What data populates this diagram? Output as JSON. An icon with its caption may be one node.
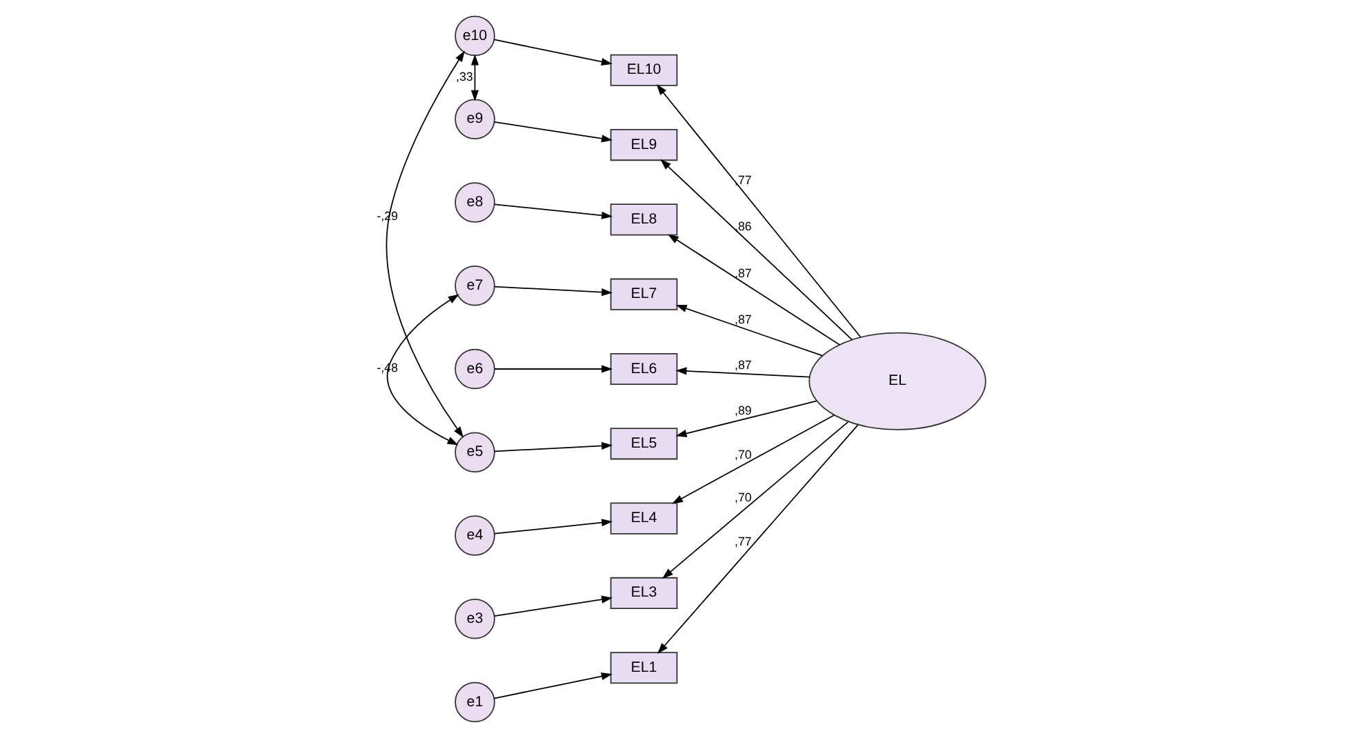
{
  "diagram": {
    "nodes": [
      {
        "text": [
          "e10"
        ]
      },
      {
        "text": [
          "EL10"
        ]
      },
      {
        "text": [
          "e9"
        ]
      },
      {
        "text": [
          "EL9"
        ]
      },
      {
        "text": [
          "e8"
        ]
      },
      {
        "text": [
          "EL8"
        ]
      },
      {
        "text": [
          "e7"
        ]
      },
      {
        "text": [
          "EL7"
        ]
      },
      {
        "text": [
          "e6"
        ]
      },
      {
        "text": [
          "EL6"
        ]
      },
      {
        "text": [
          "e5"
        ]
      },
      {
        "text": [
          "EL5"
        ]
      },
      {
        "text": [
          "e4"
        ]
      },
      {
        "text": [
          "EL4"
        ]
      },
      {
        "text": [
          "e3"
        ]
      },
      {
        "text": [
          "EL3"
        ]
      },
      {
        "text": [
          "e1"
        ]
      },
      {
        "text": [
          "EL1"
        ]
      },
      {
        "text": [
          "EL"
        ]
      }
    ],
    "edges": [
      {
        "from": 0,
        "to": 1,
        "arrow": "to"
      },
      {
        "from": 2,
        "to": 3,
        "arrow": "to"
      },
      {
        "from": 4,
        "to": 5,
        "arrow": "to"
      },
      {
        "from": 6,
        "to": 7,
        "arrow": "to"
      },
      {
        "from": 8,
        "to": 9,
        "arrow": "to"
      },
      {
        "from": 10,
        "to": 11,
        "arrow": "to"
      },
      {
        "from": 12,
        "to": 13,
        "arrow": "to"
      },
      {
        "from": 14,
        "to": 15,
        "arrow": "to"
      },
      {
        "from": 16,
        "to": 17,
        "arrow": "to"
      },
      {
        "from": 18,
        "to": 1,
        "arrow": "to",
        "label": ",77"
      },
      {
        "from": 18,
        "to": 3,
        "arrow": "to",
        "label": ",86"
      },
      {
        "from": 18,
        "to": 5,
        "arrow": "to",
        "label": ",87"
      },
      {
        "from": 18,
        "to": 7,
        "arrow": "to",
        "label": ",87"
      },
      {
        "from": 18,
        "to": 9,
        "arrow": "to",
        "label": ",87"
      },
      {
        "from": 18,
        "to": 11,
        "arrow": "to",
        "label": ",89"
      },
      {
        "from": 18,
        "to": 13,
        "arrow": "to",
        "label": ",70"
      },
      {
        "from": 18,
        "to": 15,
        "arrow": "to",
        "label": ",70"
      },
      {
        "from": 18,
        "to": 17,
        "arrow": "to",
        "label": ",77"
      },
      {
        "from": 0,
        "to": 2,
        "arrow": "both",
        "label": ",33"
      },
      {
        "from": 0,
        "to": 10,
        "arrow": "both",
        "label": "-,29"
      },
      {
        "from": 6,
        "to": 10,
        "arrow": "both",
        "label": "-,48"
      }
    ]
  }
}
